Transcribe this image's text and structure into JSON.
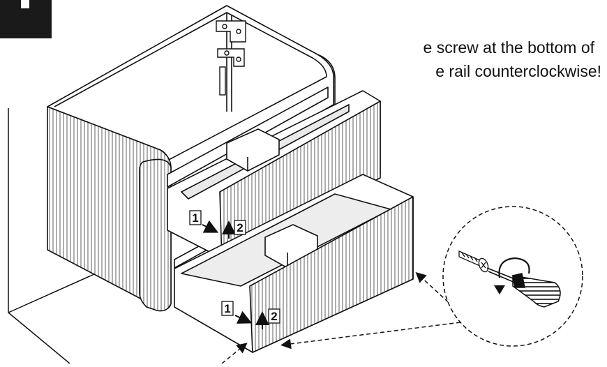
{
  "instruction": {
    "line1": "e screw at the bottom of",
    "line2": "e rail counterclockwise!"
  },
  "step_labels": {
    "upper_step1": "1",
    "upper_step2": "2",
    "lower_step1": "1",
    "lower_step2": "2"
  },
  "icons": {
    "corner_tab": "step-number-tab-icon",
    "screw": "screw-icon",
    "screwdriver": "screwdriver-icon",
    "rotation": "counterclockwise-arrow-icon"
  },
  "colors": {
    "ink": "#111111",
    "paper": "#ffffff",
    "tab": "#1a1a1a",
    "shade": "#d9d9d9"
  }
}
